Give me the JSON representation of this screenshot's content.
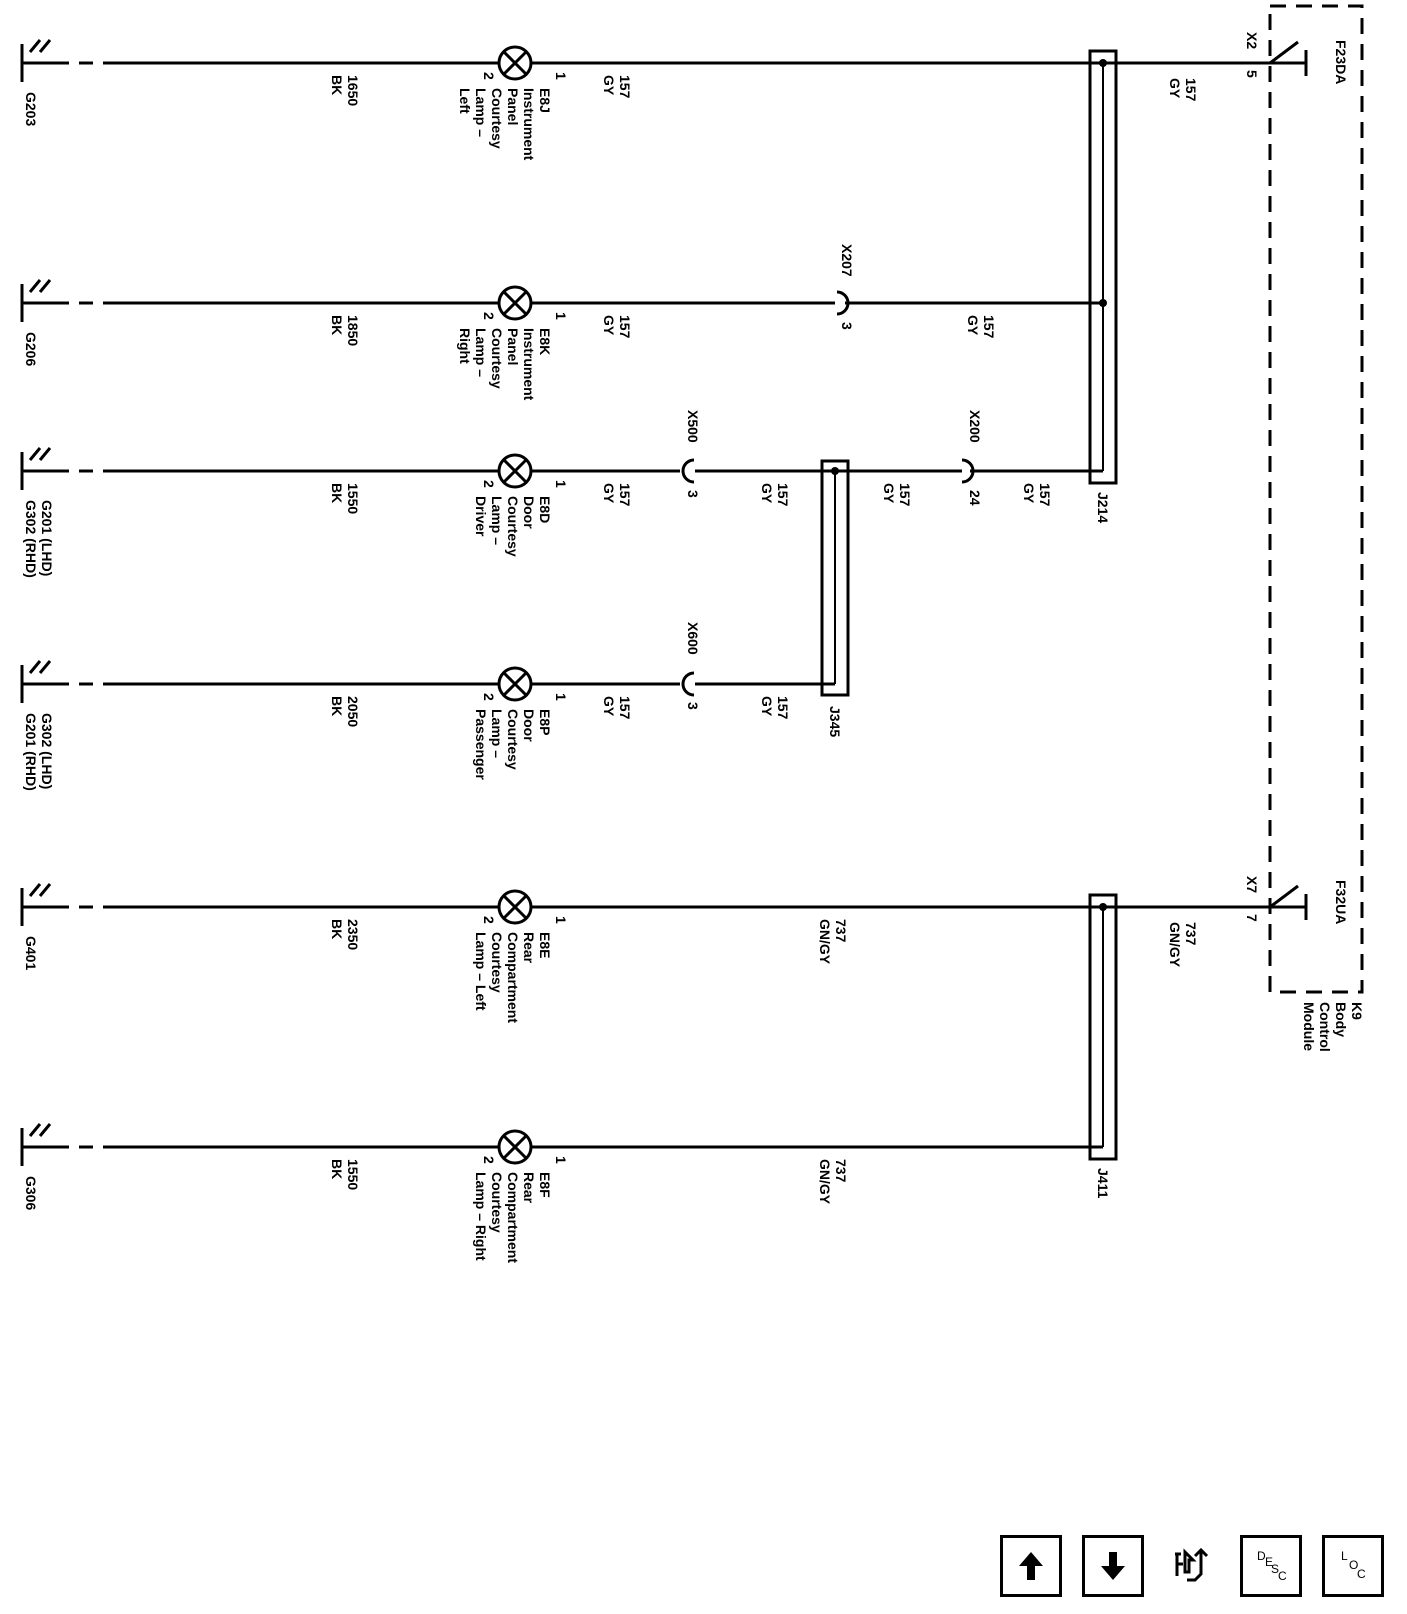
{
  "rails": {
    "wire_a": {
      "label": "157",
      "color": "GY"
    },
    "wire_b": {
      "label": "737",
      "color": "GN/GY"
    }
  },
  "module": {
    "label_lines": [
      "K9",
      "Body",
      "Control",
      "Module"
    ],
    "connector_top": {
      "connector": "X2",
      "pin": "5",
      "output": "F23DA"
    },
    "connector_bottom": {
      "connector": "X7",
      "pin": "7",
      "output": "F32UA"
    }
  },
  "splices": {
    "j214": "J214",
    "j345": "J345",
    "j411": "J411"
  },
  "inline_connectors": {
    "x207": {
      "name": "X207",
      "pin": "3"
    },
    "x200": {
      "name": "X200",
      "pin": "24"
    },
    "x500": {
      "name": "X500",
      "pin": "3"
    },
    "x600": {
      "name": "X600",
      "pin": "3"
    }
  },
  "branches": [
    {
      "id": "e8j",
      "ground": [
        "G203"
      ],
      "ground_wire": {
        "label": "1650",
        "color": "BK"
      },
      "lamp": [
        "E8J",
        "Instrument",
        "Panel",
        "Courtesy",
        "Lamp –",
        "Left"
      ],
      "pin_in": "1",
      "pin_out": "2",
      "supply_wire": {
        "label": "157",
        "color": "GY"
      }
    },
    {
      "id": "e8k",
      "ground": [
        "G206"
      ],
      "ground_wire": {
        "label": "1850",
        "color": "BK"
      },
      "lamp": [
        "E8K",
        "Instrument",
        "Panel",
        "Courtesy",
        "Lamp –",
        "Right"
      ],
      "pin_in": "1",
      "pin_out": "2",
      "supply_wire": {
        "label": "157",
        "color": "GY"
      },
      "splice_wire": {
        "label": "157",
        "color": "GY"
      }
    },
    {
      "id": "e8d",
      "ground": [
        "G201 (LHD)",
        "G302 (RHD)"
      ],
      "ground_wire": {
        "label": "1550",
        "color": "BK"
      },
      "lamp": [
        "E8D",
        "Door",
        "Courtesy",
        "Lamp –",
        "Driver"
      ],
      "pin_in": "1",
      "pin_out": "2",
      "supply_wire": {
        "label": "157",
        "color": "GY"
      },
      "mid_wire": {
        "label": "157",
        "color": "GY"
      },
      "mid_wire2": {
        "label": "157",
        "color": "GY"
      },
      "splice_wire": {
        "label": "157",
        "color": "GY"
      }
    },
    {
      "id": "e8p",
      "ground": [
        "G302 (LHD)",
        "G201 (RHD)"
      ],
      "ground_wire": {
        "label": "2050",
        "color": "BK"
      },
      "lamp": [
        "E8P",
        "Door",
        "Courtesy",
        "Lamp –",
        "Passenger"
      ],
      "pin_in": "1",
      "pin_out": "2",
      "supply_wire": {
        "label": "157",
        "color": "GY"
      },
      "mid_wire": {
        "label": "157",
        "color": "GY"
      }
    },
    {
      "id": "e8e",
      "ground": [
        "G401"
      ],
      "ground_wire": {
        "label": "2350",
        "color": "BK"
      },
      "lamp": [
        "E8E",
        "Rear",
        "Compartment",
        "Courtesy",
        "Lamp – Left"
      ],
      "pin_in": "1",
      "pin_out": "2",
      "supply_wire": {
        "label": "737",
        "color": "GN/GY"
      }
    },
    {
      "id": "e8f",
      "ground": [
        "G306"
      ],
      "ground_wire": {
        "label": "1550",
        "color": "BK"
      },
      "lamp": [
        "E8F",
        "Rear",
        "Compartment",
        "Courtesy",
        "Lamp – Right"
      ],
      "pin_in": "1",
      "pin_out": "2",
      "supply_wire": {
        "label": "737",
        "color": "GN/GY"
      }
    }
  ],
  "nav": {
    "up": "arrow-up-icon",
    "down": "arrow-down-icon",
    "connector": "connector-icon",
    "desc": [
      "D",
      "E",
      "S",
      "C"
    ],
    "loc": [
      "L",
      "O",
      "C"
    ]
  }
}
